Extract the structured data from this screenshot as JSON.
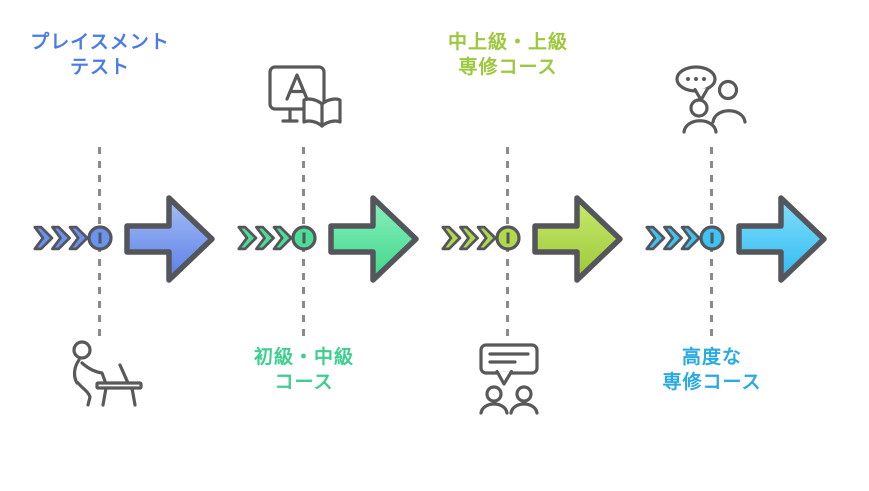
{
  "background": "#ffffff",
  "outline_color": "#54565b",
  "icon_color": "#595959",
  "dashed_line_color": "#8a8a8a",
  "stages": [
    {
      "id": "placement-test",
      "top_label": {
        "line1": "プレイスメント",
        "line2": "テスト",
        "color": "#4a7be8"
      },
      "bottom_icon": "person-at-desk-icon",
      "accent": "#6a92f0",
      "gradient_top": "#a6bff4",
      "gradient_bottom": "#5a7ee8"
    },
    {
      "id": "beginner-intermediate-course",
      "top_icon": "monitor-book-icon",
      "bottom_label": {
        "line1": "初級・中級",
        "line2": "コース",
        "color": "#3fce8f"
      },
      "accent": "#4ade96",
      "gradient_top": "#8aefbe",
      "gradient_bottom": "#3ed88b"
    },
    {
      "id": "upper-intermediate-advanced-course",
      "top_label": {
        "line1": "中上級・上級",
        "line2": "専修コース",
        "color": "#9dc73c"
      },
      "bottom_icon": "chat-bubble-people-icon",
      "accent": "#b2d94c",
      "gradient_top": "#c9e96f",
      "gradient_bottom": "#9cc838"
    },
    {
      "id": "advanced-specialized-course",
      "top_icon": "people-conversation-icon",
      "bottom_label": {
        "line1": "高度な",
        "line2": "専修コース",
        "color": "#29abe2"
      },
      "accent": "#3ec3f5",
      "gradient_top": "#85dffa",
      "gradient_bottom": "#2eb9f2"
    }
  ]
}
